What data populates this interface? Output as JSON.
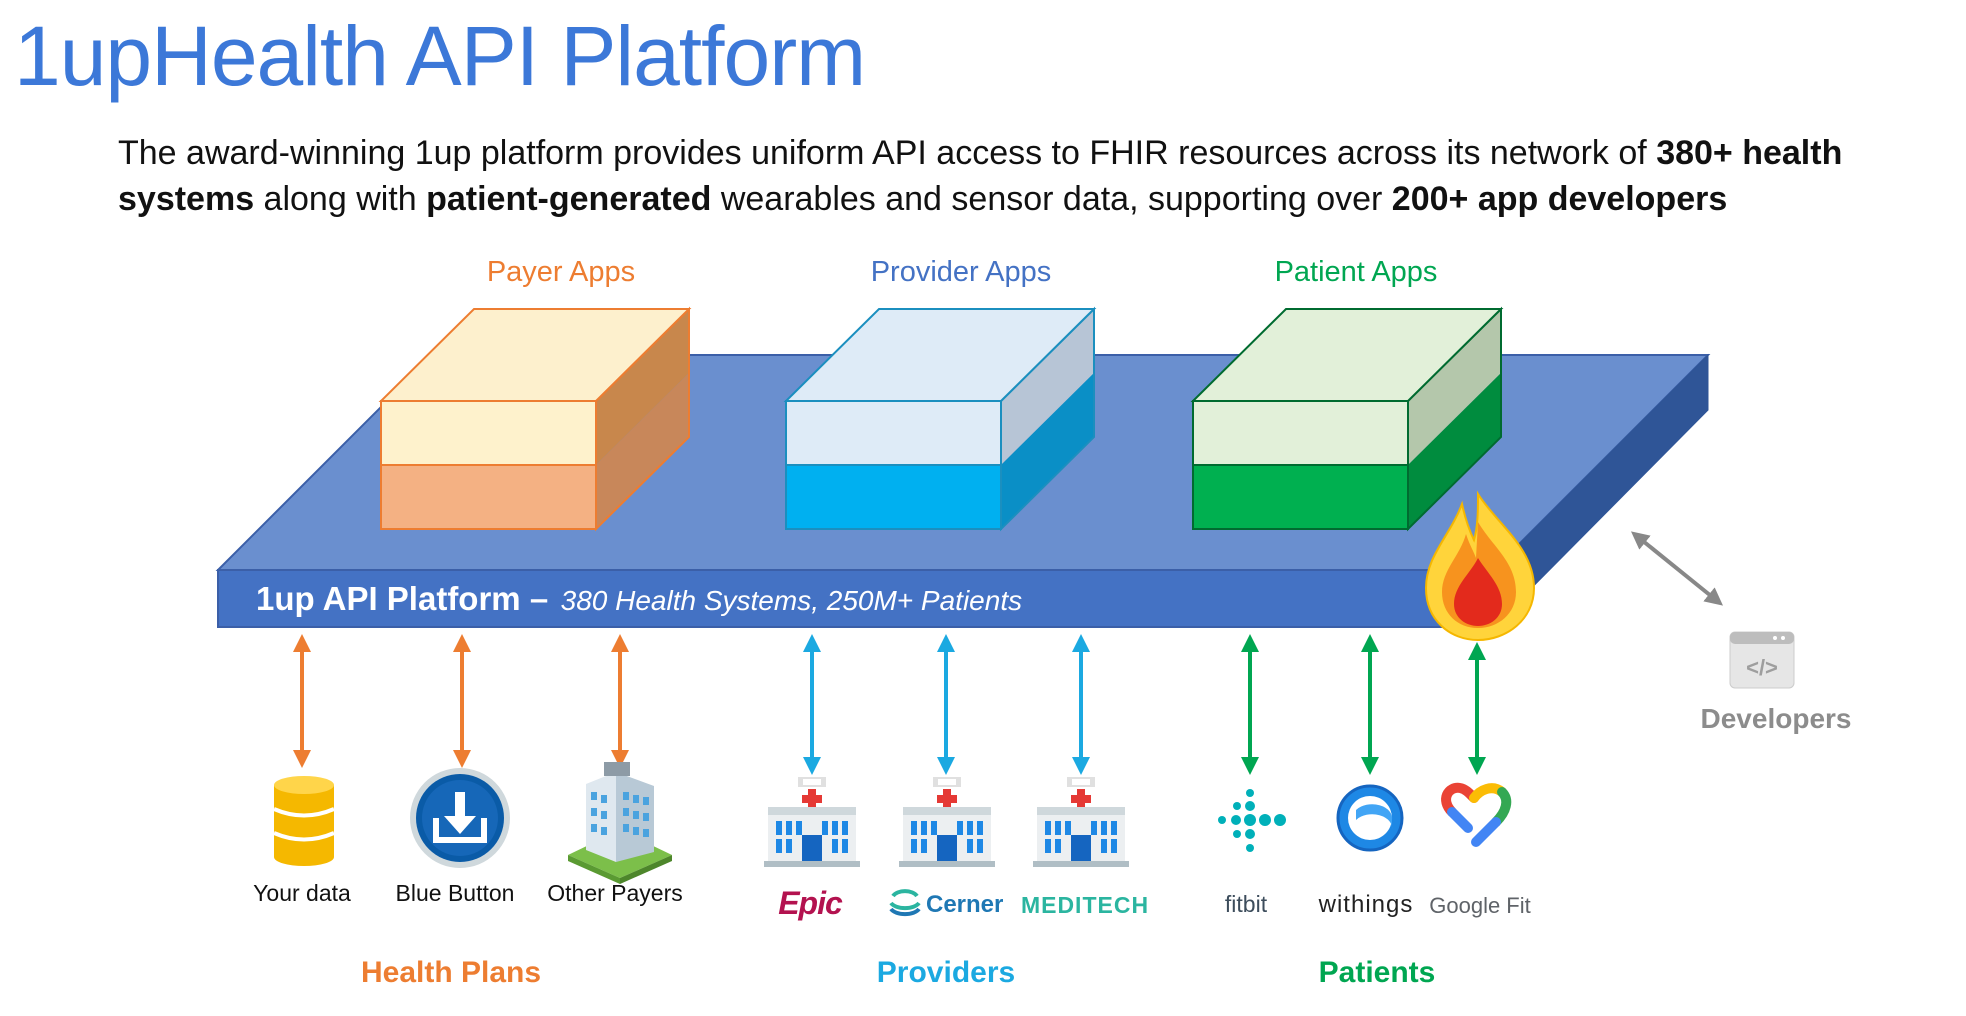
{
  "title": "1upHealth API Platform",
  "subtitle": {
    "p1": "The award-winning 1up platform provides uniform API access to FHIR resources across its network of ",
    "b1": "380+ health systems",
    "p2": " along with ",
    "b2": "patient-generated",
    "p3": " wearables and sensor data, supporting over ",
    "b3": "200+ app developers"
  },
  "platform": {
    "name": "1up API Platform –",
    "detail": "380 Health Systems, 250M+ Patients"
  },
  "app_groups": [
    {
      "label": "Payer Apps",
      "color": "#ed7d31"
    },
    {
      "label": "Provider Apps",
      "color": "#4472c4"
    },
    {
      "label": "Patient Apps",
      "color": "#00a651"
    }
  ],
  "sources": [
    {
      "label": "Your data",
      "icon": "database-icon"
    },
    {
      "label": "Blue Button",
      "icon": "blue-button-download-icon"
    },
    {
      "label": "Other Payers",
      "icon": "office-building-icon"
    },
    {
      "label": "Epic",
      "icon": "hospital-icon"
    },
    {
      "label": "Cerner",
      "icon": "hospital-icon"
    },
    {
      "label": "MEDITECH",
      "icon": "hospital-icon"
    },
    {
      "label": "fitbit",
      "icon": "fitbit-icon"
    },
    {
      "label": "withings",
      "icon": "withings-icon"
    },
    {
      "label": "Google Fit",
      "icon": "google-fit-icon"
    }
  ],
  "categories": [
    {
      "label": "Health Plans",
      "color": "#ed7d31"
    },
    {
      "label": "Providers",
      "color": "#1ba9e1"
    },
    {
      "label": "Patients",
      "color": "#00a651"
    }
  ],
  "developers": {
    "label": "Developers",
    "icon_text": "</>"
  },
  "colors": {
    "title": "#3c78d8",
    "platform": "#4472c4",
    "payer": "#ed7d31",
    "provider": "#1ba9e1",
    "patient": "#00a651",
    "developer": "#888888"
  }
}
